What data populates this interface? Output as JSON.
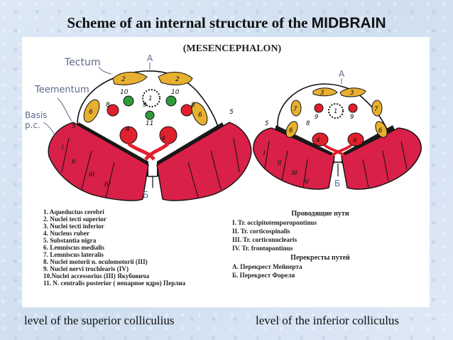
{
  "slide": {
    "title_main": "Scheme of an internal structure of the ",
    "title_accent": "MIDBRAIN",
    "subtitle": "(MESENCEPHALON)"
  },
  "diagram_left": {
    "label_tectum": "Tectum",
    "label_tegmentum": "Teementum",
    "label_basis_1": "Basis",
    "label_basis_2": "p.c.",
    "marker_top": "A",
    "marker_bottom": "Б",
    "nums": [
      "2",
      "2",
      "1",
      "10",
      "10",
      "9",
      "8",
      "8",
      "6",
      "6",
      "11",
      "4",
      "4",
      "5",
      "5",
      "I",
      "II",
      "III",
      "IV"
    ]
  },
  "diagram_right": {
    "marker_top": "A",
    "marker_bottom": "Б",
    "nums": [
      "3",
      "3",
      "1",
      "9",
      "9",
      "7",
      "7",
      "6",
      "6",
      "8",
      "4",
      "4",
      "5",
      "I",
      "II",
      "III",
      "IV"
    ]
  },
  "legend_left": [
    "1. Aqueductus cerebri",
    "2. Nuclei tecti superior",
    "3. Nuclei tecti inferior",
    "4. Nucleus ruber",
    "5. Substantia nigra",
    "6. Lemniscus medialis",
    "7. Lemniscus lateralis",
    "8. Nuclei motorii n. oculomotorii (III)",
    "9. Nuclei nervi trochlearis (IV)",
    "10.Nuclei accessorius (III) Якубовича",
    "11. N. centralis posterior ( непарное ядро) Перлиа"
  ],
  "legend_right": {
    "heading": "Проводящие пути",
    "items": [
      "I.    Tr. occipitotemporopontinus",
      "II.   Tr. corticospinalis",
      "III.  Tr. corticonuclearis",
      "IV.  Tr. frontopontinus"
    ],
    "heading2": "Перекресты путей",
    "items2": [
      "А. Перекрест Мейнерта",
      "Б. Перекрест Фореля"
    ]
  },
  "captions": {
    "left": "level of the superior colliculius",
    "right": "level of the inferior colliculus"
  },
  "colors": {
    "red": "#e0202c",
    "crimson": "#d82048",
    "yellow": "#e8b030",
    "green": "#2e9a3a",
    "black": "#1a1a1a",
    "background": "#d6e4f3"
  }
}
